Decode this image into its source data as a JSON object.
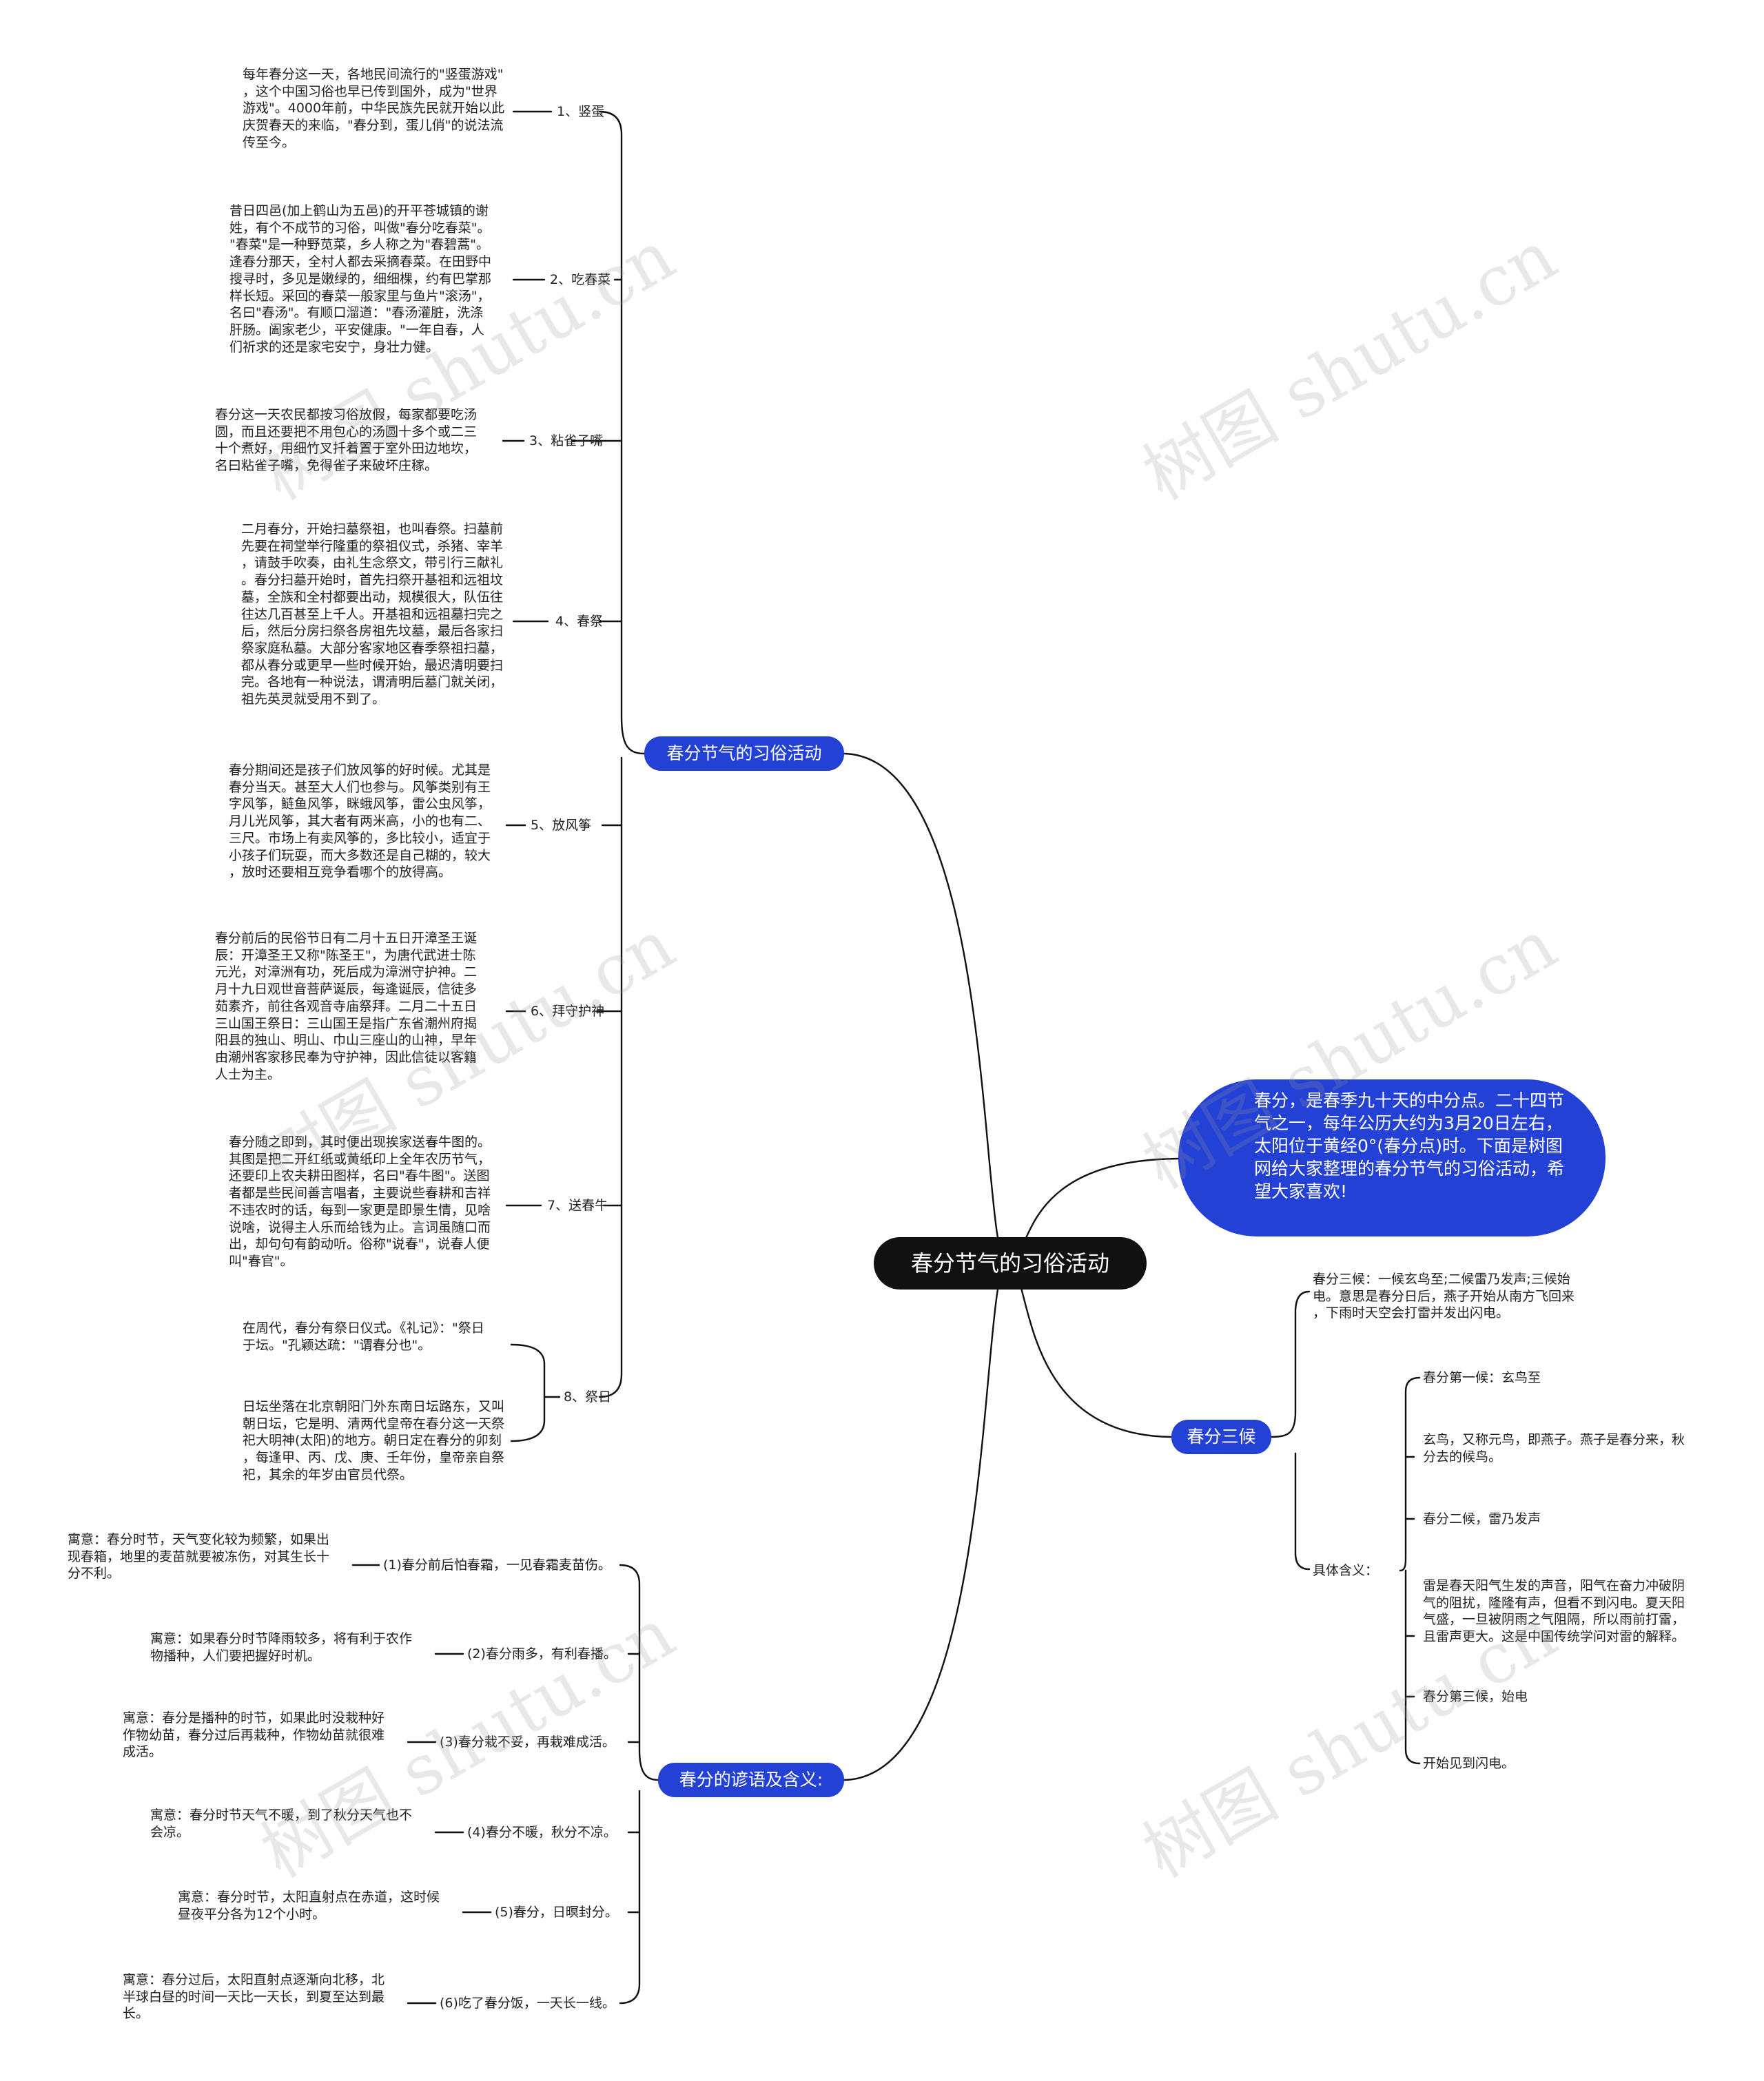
{
  "watermark": "树图 shutu.cn",
  "root": {
    "title": "春分节气的习俗活动"
  },
  "intro": {
    "text": "春分，是春季九十天的中分点。二十四节气之一，每年公历大约为3月20日左右，太阳位于黄经0°(春分点)时。下面是树图网给大家整理的春分节气的习俗活动，希望大家喜欢!"
  },
  "customs": {
    "title": "春分节气的习俗活动",
    "items": [
      {
        "label": "1、竖蛋",
        "text": "每年春分这一天，各地民间流行的\"竖蛋游戏\"\n，这个中国习俗也早已传到国外，成为\"世界\n游戏\"。4000年前，中华民族先民就开始以此\n庆贺春天的来临，\"春分到，蛋儿俏\"的说法流\n传至今。"
      },
      {
        "label": "2、吃春菜",
        "text": "昔日四邑(加上鹤山为五邑)的开平苍城镇的谢\n姓，有个不成节的习俗，叫做\"春分吃春菜\"。\n\"春菜\"是一种野苋菜，乡人称之为\"春碧蒿\"。\n逢春分那天，全村人都去采摘春菜。在田野中\n搜寻时，多见是嫩绿的，细细棵，约有巴掌那\n样长短。采回的春菜一般家里与鱼片\"滚汤\"，\n名曰\"春汤\"。有顺口溜道：\"春汤灌脏，洗涤\n肝肠。阖家老少，平安健康。\"一年自春，人\n们祈求的还是家宅安宁，身壮力健。"
      },
      {
        "label": "3、粘雀子嘴",
        "text": "春分这一天农民都按习俗放假，每家都要吃汤\n圆，而且还要把不用包心的汤圆十多个或二三\n十个煮好，用细竹叉扦着置于室外田边地坎，\n名曰粘雀子嘴，免得雀子来破坏庄稼。"
      },
      {
        "label": "4、春祭",
        "text": "二月春分，开始扫墓祭祖，也叫春祭。扫墓前\n先要在祠堂举行隆重的祭祖仪式，杀猪、宰羊\n，请鼓手吹奏，由礼生念祭文，带引行三献礼\n。春分扫墓开始时，首先扫祭开基祖和远祖坟\n墓，全族和全村都要出动，规模很大，队伍往\n往达几百甚至上千人。开基祖和远祖墓扫完之\n后，然后分房扫祭各房祖先坟墓，最后各家扫\n祭家庭私墓。大部分客家地区春季祭祖扫墓，\n都从春分或更早一些时候开始，最迟清明要扫\n完。各地有一种说法，谓清明后墓门就关闭，\n祖先英灵就受用不到了。"
      },
      {
        "label": "5、放风筝",
        "text": "春分期间还是孩子们放风筝的好时候。尤其是\n春分当天。甚至大人们也参与。风筝类别有王\n字风筝，鲢鱼风筝，眯蛾风筝，雷公虫风筝，\n月儿光风筝，其大者有两米高，小的也有二、\n三尺。市场上有卖风筝的，多比较小，适宜于\n小孩子们玩耍，而大多数还是自己糊的，较大\n，放时还要相互竞争看哪个的放得高。"
      },
      {
        "label": "6、拜守护神",
        "text": "春分前后的民俗节日有二月十五日开漳圣王诞\n辰：开漳圣王又称\"陈圣王\"，为唐代武进士陈\n元光，对漳洲有功，死后成为漳洲守护神。二\n月十九日观世音菩萨诞辰，每逢诞辰，信徒多\n茹素齐，前往各观音寺庙祭拜。二月二十五日\n三山国王祭日：三山国王是指广东省潮州府揭\n阳县的独山、明山、巾山三座山的山神，早年\n由潮州客家移民奉为守护神，因此信徒以客籍\n人士为主。"
      },
      {
        "label": "7、送春牛",
        "text": "春分随之即到，其时便出现挨家送春牛图的。\n其图是把二开红纸或黄纸印上全年农历节气，\n还要印上农夫耕田图样，名曰\"春牛图\"。送图\n者都是些民间善言唱者，主要说些春耕和吉祥\n不违农时的话，每到一家更是即景生情，见啥\n说啥，说得主人乐而给钱为止。言词虽随口而\n出，却句句有韵动听。俗称\"说春\"，说春人便\n叫\"春官\"。"
      },
      {
        "label": "8、祭日",
        "subs": [
          "在周代，春分有祭日仪式。《礼记》：\"祭日\n于坛。\"孔颖达疏：\"谓春分也\"。",
          "日坛坐落在北京朝阳门外东南日坛路东，又叫\n朝日坛，它是明、清两代皇帝在春分这一天祭\n祀大明神(太阳)的地方。朝日定在春分的卯刻\n，每逢甲、丙、戊、庚、壬年份，皇帝亲自祭\n祀，其余的年岁由官员代祭。"
        ]
      }
    ]
  },
  "three": {
    "title": "春分三候",
    "summary": "春分三候：一候玄鸟至;二候雷乃发声;三候始\n电。意思是春分日后，燕子开始从南方飞回来\n，下雨时天空会打雷并发出闪电。",
    "meaning_label": "具体含义：",
    "meanings": [
      "春分第一候：玄鸟至",
      "玄鸟，又称元鸟，即燕子。燕子是春分来，秋\n分去的候鸟。",
      "春分二候，雷乃发声",
      "雷是春天阳气生发的声音，阳气在奋力冲破阴\n气的阻扰，隆隆有声，但看不到闪电。夏天阳\n气盛，一旦被阴雨之气阻隔，所以雨前打雷，\n且雷声更大。这是中国传统学问对雷的解释。",
      "春分第三候，始电",
      "开始见到闪电。"
    ]
  },
  "proverbs": {
    "title": "春分的谚语及含义:",
    "items": [
      {
        "label": "(1)春分前后怕春霜，一见春霜麦苗伤。",
        "text": "寓意：春分时节，天气变化较为频繁，如果出\n现春箱，地里的麦苗就要被冻伤，对其生长十\n分不利。"
      },
      {
        "label": "(2)春分雨多，有利春播。",
        "text": "寓意：如果春分时节降雨较多，将有利于农作\n物播种，人们要把握好时机。"
      },
      {
        "label": "(3)春分栽不妥，再栽难成活。",
        "text": "寓意：春分是播种的时节，如果此时没栽种好\n作物幼苗，春分过后再栽种，作物幼苗就很难\n成活。"
      },
      {
        "label": "(4)春分不暖，秋分不凉。",
        "text": "寓意：春分时节天气不暖，到了秋分天气也不\n会凉。"
      },
      {
        "label": "(5)春分，日暝封分。",
        "text": "寓意：春分时节，太阳直射点在赤道，这时候\n昼夜平分各为12个小时。"
      },
      {
        "label": "(6)吃了春分饭，一天长一线。",
        "text": "寓意：春分过后，太阳直射点逐渐向北移，北\n半球白昼的时间一天比一天长，到夏至达到最\n长。"
      }
    ]
  }
}
